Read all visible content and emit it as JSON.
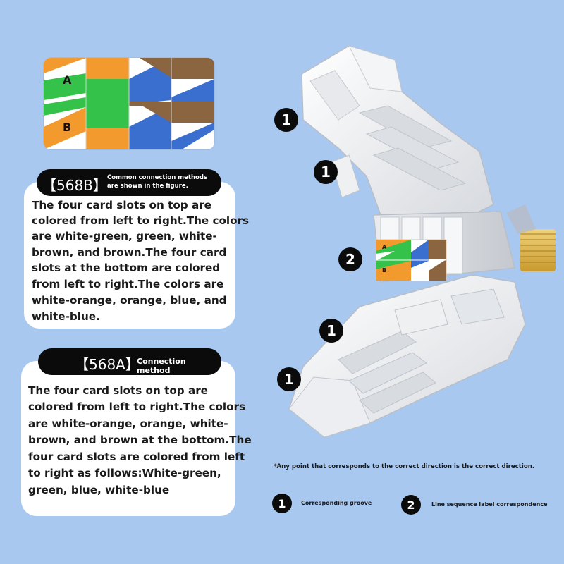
{
  "color_table": {
    "row_labels": [
      "A",
      "B"
    ],
    "colors": {
      "orange": "#f29a2e",
      "green": "#35c24a",
      "blue": "#3a6fd0",
      "brown": "#8a6540",
      "white": "#ffffff"
    }
  },
  "card_568b": {
    "title": "【568B】",
    "note_line1": "Common connection methods",
    "note_line2": "are shown in the figure.",
    "lines": [
      "The four card slots on top are",
      "colored from left to right.The colors",
      "are white-green, green, white-",
      "brown, and brown.The four card",
      "slots at the bottom are colored",
      "from left to right.The colors are",
      "white-orange, orange, blue, and",
      "white-blue."
    ]
  },
  "card_568a": {
    "title": "【568A】",
    "note": "Connection method",
    "lines": [
      "The four card slots on top are",
      "colored from left to right.The colors",
      "are white-orange, orange, white-",
      "brown, and brown at the bottom.The",
      "four card slots are colored from left",
      "to right as follows:White-green,",
      "green, blue, white-blue"
    ]
  },
  "callouts": {
    "one": "1",
    "two": "2"
  },
  "module_labels": {
    "a": "A",
    "b": "B"
  },
  "footer": {
    "note": "*Any point that corresponds to the correct direction is the correct direction.",
    "legend": [
      {
        "number": "1",
        "label": "Corresponding groove"
      },
      {
        "number": "2",
        "label": "Line sequence label correspondence"
      }
    ]
  }
}
